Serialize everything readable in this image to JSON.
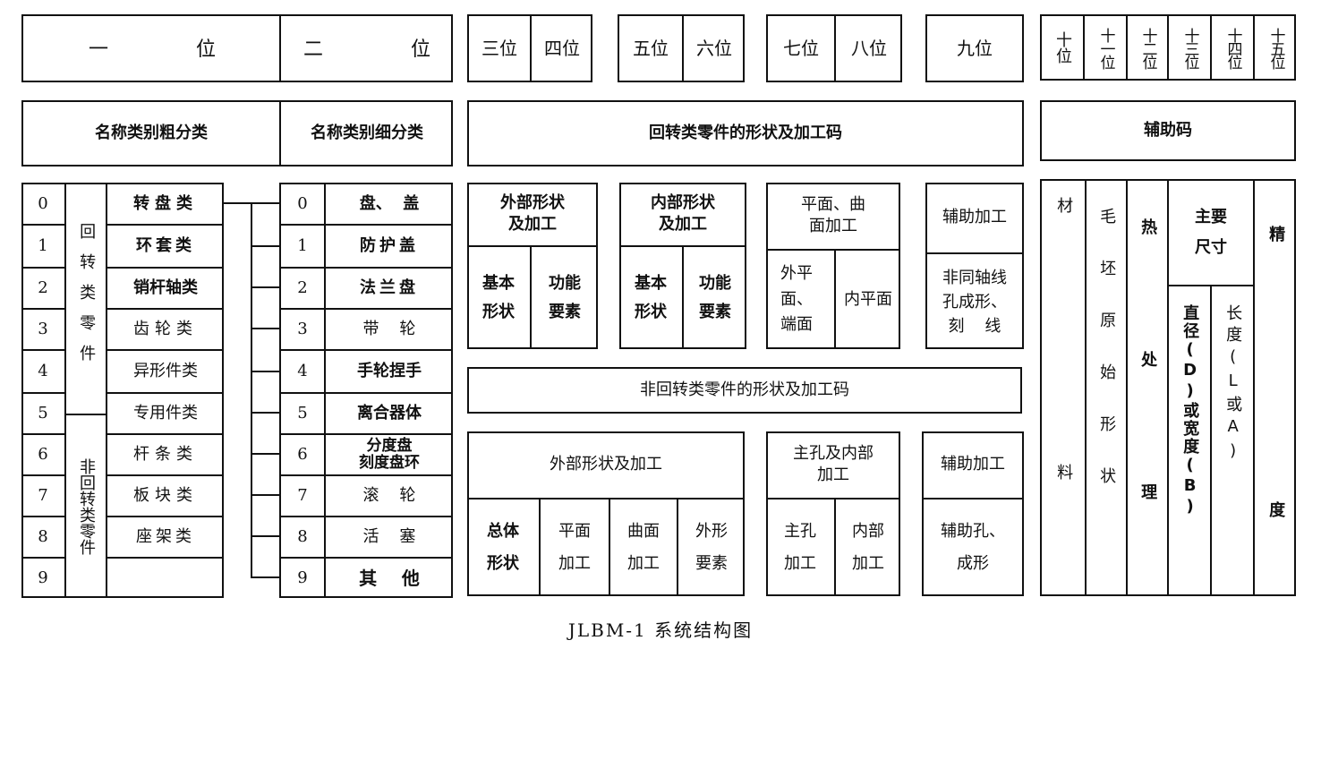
{
  "header": {
    "pos1": "一",
    "pos1b": "位",
    "pos2": "二",
    "pos2b": "位",
    "pos3": "三位",
    "pos4": "四位",
    "pos5": "五位",
    "pos6": "六位",
    "pos7": "七位",
    "pos8": "八位",
    "pos9": "九位",
    "pos10": "十位",
    "pos11": "十一位",
    "pos12": "十二位",
    "pos13": "十三位",
    "pos14": "十四位",
    "pos15": "十五位"
  },
  "sections": {
    "coarse": "名称类别粗分类",
    "fine": "名称类别细分类",
    "rotary_shape": "回转类零件的形状及加工码",
    "aux": "辅助码",
    "nonrotary_shape": "非回转类零件的形状及加工码"
  },
  "coarse": {
    "digits": [
      "0",
      "1",
      "2",
      "3",
      "4",
      "5",
      "6",
      "7",
      "8",
      "9"
    ],
    "rotary_group": "回转类零件",
    "nonrotary_group": "非回转类零件",
    "items": [
      "转盘类",
      "环套类",
      "销杆轴类",
      "齿轮类",
      "异形件类",
      "专用件类",
      "杆条类",
      "板块类",
      "座架类",
      ""
    ]
  },
  "fine": {
    "digits": [
      "0",
      "1",
      "2",
      "3",
      "4",
      "5",
      "6",
      "7",
      "8",
      "9"
    ],
    "items": [
      "盘、  盖",
      "防护盖",
      "法兰盘",
      "带    轮",
      "手轮捏手",
      "离合器体",
      "分度盘\n刻度盘环",
      "滚    轮",
      "活    塞",
      "其    他"
    ]
  },
  "rotary": {
    "external": {
      "title": "外部形状\n及加工",
      "a": "基本\n形状",
      "b": "功能\n要素"
    },
    "internal": {
      "title": "内部形状\n及加工",
      "a": "基本\n形状",
      "b": "功能\n要素"
    },
    "plane": {
      "title": "平面、曲\n面加工",
      "a": "外平\n面、\n端面",
      "b": "内平面"
    },
    "auxproc": {
      "title": "辅助加工",
      "a": "非同轴线\n孔成形、\n刻    线"
    }
  },
  "nonrotary": {
    "external": {
      "title": "外部形状及加工",
      "a": "总体\n形状",
      "b": "平面\n加工",
      "c": "曲面\n加工",
      "d": "外形\n要素"
    },
    "hole": {
      "title": "主孔及内部\n加工",
      "a": "主孔\n加工",
      "b": "内部\n加工"
    },
    "auxproc": {
      "title": "辅助加工",
      "a": "辅助孔、\n成形"
    }
  },
  "auxcode": {
    "material": "材料",
    "blank": "毛坯原始形状",
    "heat": "热处理",
    "main_dim": "主要\n尺寸",
    "diameter": "直径(D)或宽度(B)",
    "length": "长度(L或A)",
    "precision": "精度"
  },
  "caption": "JLBM-1 系统结构图"
}
